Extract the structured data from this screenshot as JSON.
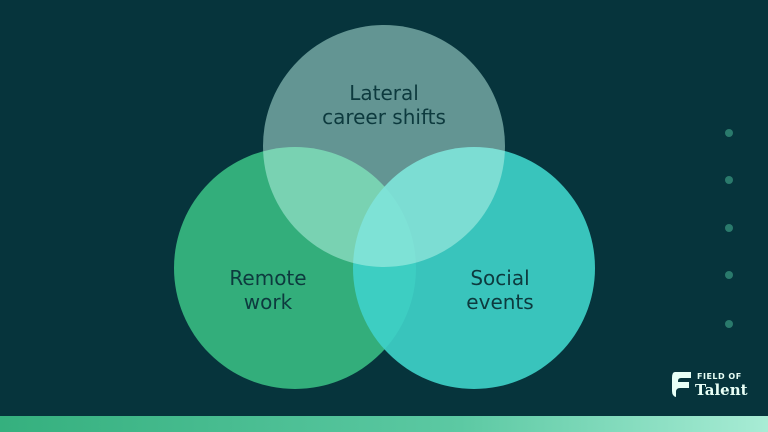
{
  "diagram": {
    "circles": [
      {
        "label": "Lateral career shifts",
        "line1": "Lateral",
        "line2": "career shifts",
        "color": "#bff5ea"
      },
      {
        "label": "Remote work",
        "line1": "Remote",
        "line2": "work",
        "color": "#33ae7b"
      },
      {
        "label": "Social events",
        "line1": "Social",
        "line2": "events",
        "color": "#3ed0c8"
      }
    ]
  },
  "logo": {
    "top": "FIELD OF",
    "bottom": "Talent"
  },
  "pagination": {
    "count": 5
  }
}
